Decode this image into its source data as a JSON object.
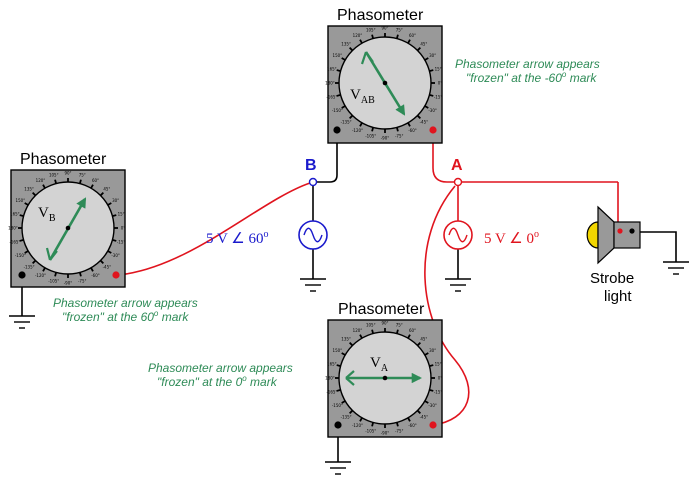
{
  "colors": {
    "wire_a": "#e0141e",
    "wire_b": "#1a1acc",
    "arrow": "#2e8b57",
    "meter_case": "#999999",
    "dial_face": "#d3d3d3"
  },
  "meters": {
    "top": {
      "title": "Phasometer",
      "label_main": "V",
      "label_sub": "AB",
      "note_line1": "Phasometer arrow appears",
      "note_line2_a": "\"frozen\" at the -60",
      "note_sup": "o",
      "note_line2_b": " mark"
    },
    "left": {
      "title": "Phasometer",
      "label_main": "V",
      "label_sub": "B",
      "note_line1": "Phasometer arrow appears",
      "note_line2_a": "\"frozen\" at the 60",
      "note_sup": "o",
      "note_line2_b": " mark"
    },
    "bottom": {
      "title": "Phasometer",
      "label_main": "V",
      "label_sub": "A",
      "note_line1": "Phasometer arrow appears",
      "note_line2_a": "\"frozen\" at the 0",
      "note_sup": "o",
      "note_line2_b": " mark"
    }
  },
  "nodes": {
    "a": "A",
    "b": "B"
  },
  "sources": {
    "b": {
      "text": "5 V ∠ 60",
      "sup": "o"
    },
    "a": {
      "text": "5 V ∠ 0",
      "sup": "o"
    }
  },
  "strobe": {
    "line1": "Strobe",
    "line2": "light"
  },
  "dial_ticks": [
    "0°",
    "15°",
    "30°",
    "45°",
    "60°",
    "75°",
    "90°",
    "105°",
    "120°",
    "135°",
    "150°",
    "165°",
    "180°",
    "-165°",
    "-150°",
    "-135°",
    "-120°",
    "-105°",
    "-90°",
    "-75°",
    "-60°",
    "-45°",
    "-30°",
    "-15°"
  ]
}
